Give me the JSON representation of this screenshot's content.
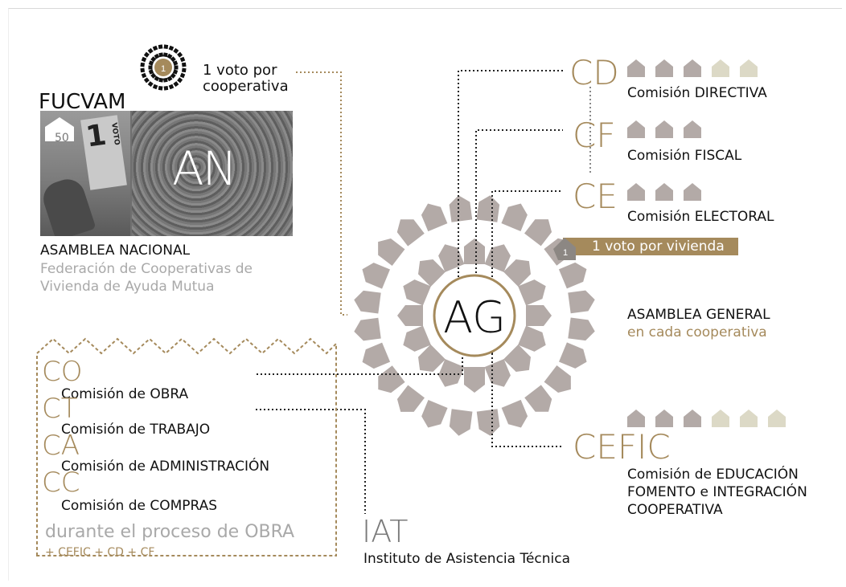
{
  "fucvam": {
    "title": "FUCVAM",
    "vote_number": "1",
    "vote_line1": "1 voto por",
    "vote_line2": "cooperativa",
    "photo_house_number": "50",
    "ballot_number": "1",
    "ballot_word": "VOTO",
    "photo_label": "AN",
    "assembly": "ASAMBLEA NACIONAL",
    "federation_line1": "Federación de Cooperativas de",
    "federation_line2": "Vivienda de Ayuda Mutua"
  },
  "center": {
    "label": "AG",
    "title": "ASAMBLEA GENERAL",
    "subtitle": "en cada cooperativa",
    "vote_badge_number": "1",
    "vote_badge_text": "1 voto por vivienda"
  },
  "commissions_right": [
    {
      "abbr": "CD",
      "name": "Comisión DIRECTIVA",
      "houses": [
        "dark",
        "dark",
        "dark",
        "light",
        "light"
      ]
    },
    {
      "abbr": "CF",
      "name": "Comisión FISCAL",
      "houses": [
        "dark",
        "dark",
        "dark"
      ]
    },
    {
      "abbr": "CE",
      "name": "Comisión ELECTORAL",
      "houses": [
        "dark",
        "dark",
        "dark"
      ]
    }
  ],
  "cefic": {
    "abbr": "CEFIC",
    "line1": "Comisión de EDUCACIÓN",
    "line2": "FOMENTO e INTEGRACIÓN",
    "line3": "COOPERATIVA",
    "houses": [
      "dark",
      "dark",
      "dark",
      "light",
      "light",
      "light"
    ]
  },
  "obra": {
    "items": [
      {
        "abbr": "CO",
        "name": "Comisión de OBRA"
      },
      {
        "abbr": "CT",
        "name": "Comisión de TRABAJO"
      },
      {
        "abbr": "CA",
        "name": "Comisión de ADMINISTRACIÓN"
      },
      {
        "abbr": "CC",
        "name": "Comisión de COMPRAS"
      }
    ],
    "during": "durante el proceso de OBRA",
    "plus": "+ CEFIC + CD + CF"
  },
  "iat": {
    "abbr": "IAT",
    "name": "Instituto de Asistencia Técnica"
  },
  "colors": {
    "gold": "#a58a5c",
    "petal": "#b3aaa7",
    "house_dark": "#b3aaa7",
    "house_light": "#dcd9c6",
    "grey_text": "#a9a9a9",
    "dotted_line": "#333333"
  }
}
